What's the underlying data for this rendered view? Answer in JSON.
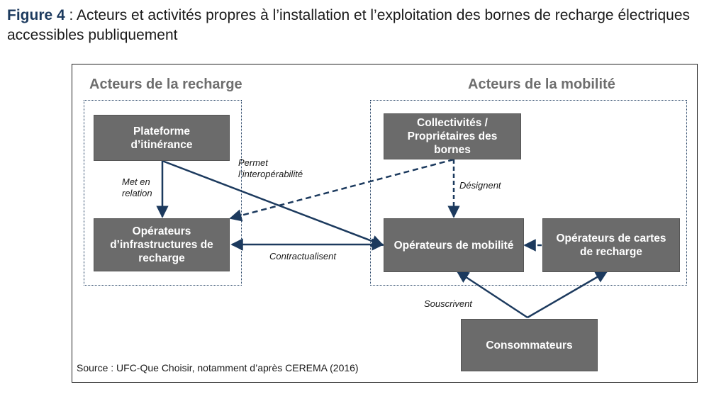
{
  "caption": {
    "prefix": "Figure 4",
    "text": " : Acteurs et activités propres à l’installation et l’exploitation des bornes de recharge électriques accessibles publiquement"
  },
  "groups": {
    "recharge_title": "Acteurs de la recharge",
    "mobilite_title": "Acteurs de la mobilité"
  },
  "nodes": {
    "plateforme": "Plateforme\nd’itinérance",
    "operateurs_infra": "Opérateurs\nd’infrastructures de\nrecharge",
    "collectivites": "Collectivités /\nPropriétaires des\nbornes",
    "operateurs_mobilite": "Opérateurs de mobilité",
    "operateurs_cartes": "Opérateurs de cartes\nde recharge",
    "consommateurs": "Consommateurs"
  },
  "edge_labels": {
    "met_en_relation": "Met en\nrelation",
    "permet": "Permet\nl’interopérabilité",
    "designent": "Désignent",
    "contractualisent": "Contractualisent",
    "souscrivent": "Souscrivent"
  },
  "source": "Source : UFC-Que Choisir, notamment d’après CEREMA (2016)",
  "colors": {
    "node_fill": "#6b6b6b",
    "arrow": "#1c3a5e",
    "group_title": "#6e6e6e"
  }
}
